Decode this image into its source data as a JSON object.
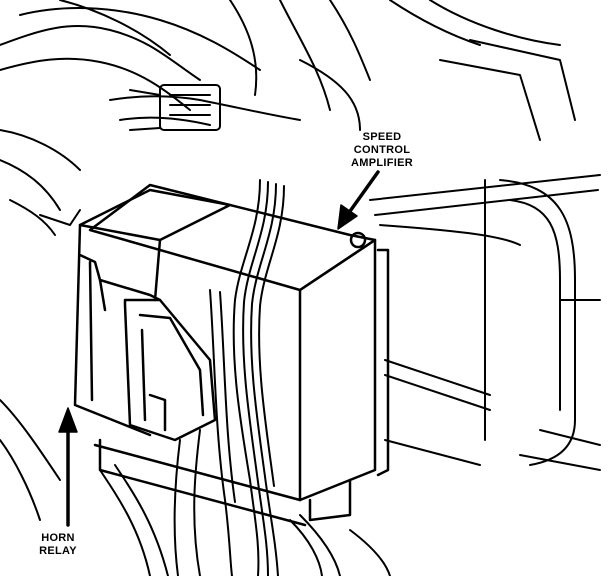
{
  "labels": {
    "speed_control": [
      "SPEED",
      "CONTROL",
      "AMPLIFIER"
    ],
    "horn_relay": [
      "HORN",
      "RELAY"
    ]
  },
  "colors": {
    "ink": "#000000",
    "paper": "#ffffff"
  }
}
